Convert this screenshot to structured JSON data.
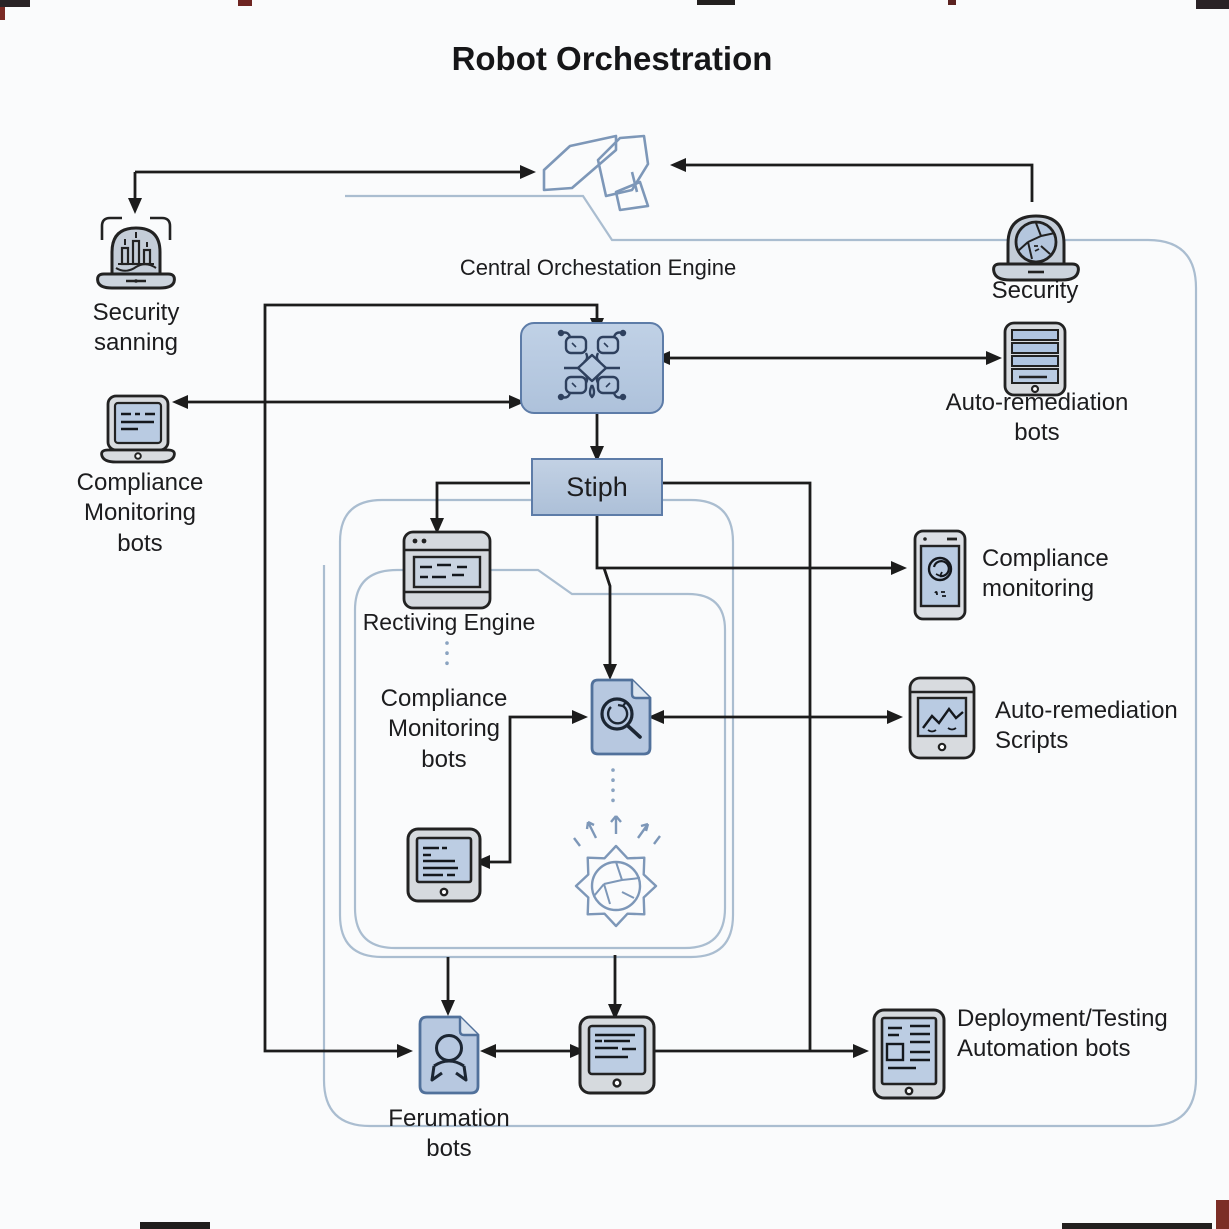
{
  "title": "Robot Orchestration",
  "colors": {
    "canvas": "#fafbfc",
    "connector": "#1c1c1c",
    "container_line": "#aabdd0",
    "icon_outline": "#7d97b8",
    "node_fill": "#b9c9e0",
    "node_border": "#5d7ca8",
    "device_fill": "#d7dade",
    "screen_fill": "#b9cbe2"
  },
  "nodes": {
    "central_engine": {
      "label": "Central Orchestation Engine"
    },
    "security_scanning": {
      "label": "Security\nsanning"
    },
    "security": {
      "label": "Security"
    },
    "auto_remediation_bots": {
      "label": "Auto-remediation\nbots"
    },
    "compliance_monitoring_bots_left": {
      "label": "Compliance\nMonitoring\nbots"
    },
    "stiph": {
      "label": "Stiph"
    },
    "receiving_engine": {
      "label": "Rectiving Engine"
    },
    "compliance_monitoring_bots_center": {
      "label": "Compliance\nMonitoring\nbots"
    },
    "compliance_monitoring": {
      "label": "Compliance\nmonitoring"
    },
    "auto_remediation_scripts": {
      "label": "Auto-remediation\nScripts"
    },
    "deployment_testing_bots": {
      "label": "Deployment/Testing\nAutomation bots"
    },
    "fermentation_bots": {
      "label": "Ferumation\nbots"
    }
  }
}
